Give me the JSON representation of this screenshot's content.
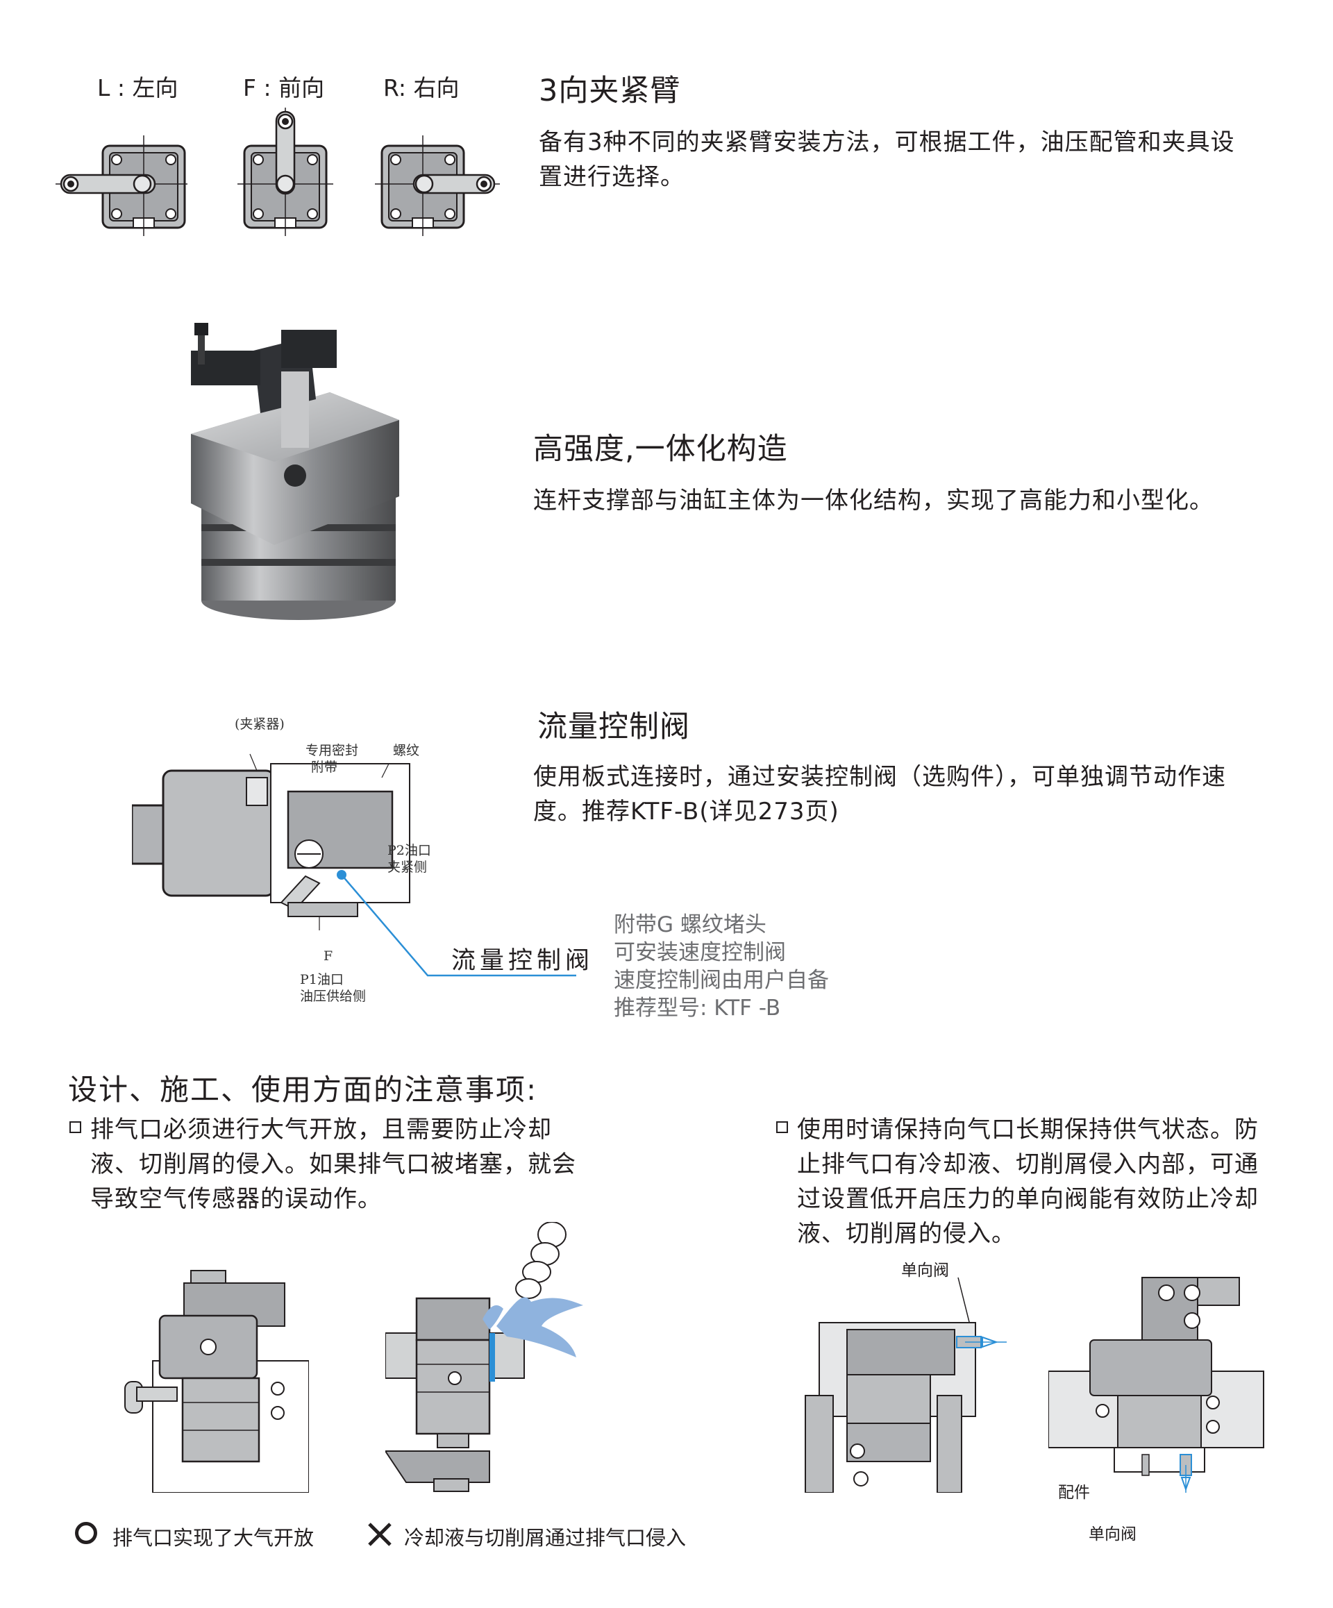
{
  "orientation": {
    "left_label": "L : 左向",
    "front_label": "F : 前向",
    "right_label": "R: 右向"
  },
  "feature_3way": {
    "title": "3向夹紧臂",
    "text": "备有3种不同的夹紧臂安装方法，可根据工件，油压配管和夹具设置进行选择。"
  },
  "feature_strength": {
    "title": "高强度,一体化构造",
    "text": "连杆支撑部与油缸主体为一体化结构，实现了高能力和小型化。"
  },
  "flow_valve": {
    "title": "流量控制阀",
    "text": "使用板式连接时，通过安装控制阀（选购件），可单独调节动作速度。推荐KTF-B(详见273页)",
    "diagram": {
      "clamp": "(夹紧器)",
      "seal": "专用密封",
      "seal_sub": "附带",
      "thread": "螺纹",
      "p2": "P2油口",
      "p2_sub": "夹紧侧",
      "f": "F",
      "p1": "P1油口",
      "p1_sub": "油压供给侧",
      "callout": "流量控制阀"
    },
    "notes": [
      "附带G 螺纹堵头",
      "可安装速度控制阀",
      "速度控制阀由用户自备",
      "推荐型号: KTF -B"
    ]
  },
  "precautions": {
    "title": "设计、施工、使用方面的注意事项:",
    "note_left": "排气口必须进行大气开放，且需要防止冷却液、切削屑的侵入。如果排气口被堵塞，就会导致空气传感器的误动作。",
    "note_right": "使用时请保持向气口长期保持供气状态。防止排气口有冷却液、切削屑侵入内部，可通过设置低开启压力的单向阀能有效防止冷却液、切削屑的侵入。",
    "check_valve_label_1": "单向阀",
    "fitting_label": "配件",
    "check_valve_label_2": "单向阀",
    "legend_ok": "排气口实现了大气开放",
    "legend_ng": "冷却液与切削屑通过排气口侵入"
  },
  "colors": {
    "accent_blue": "#2b8fd6",
    "body_grey": "#b1b3b6",
    "coolant_blue": "#8fb3de"
  }
}
